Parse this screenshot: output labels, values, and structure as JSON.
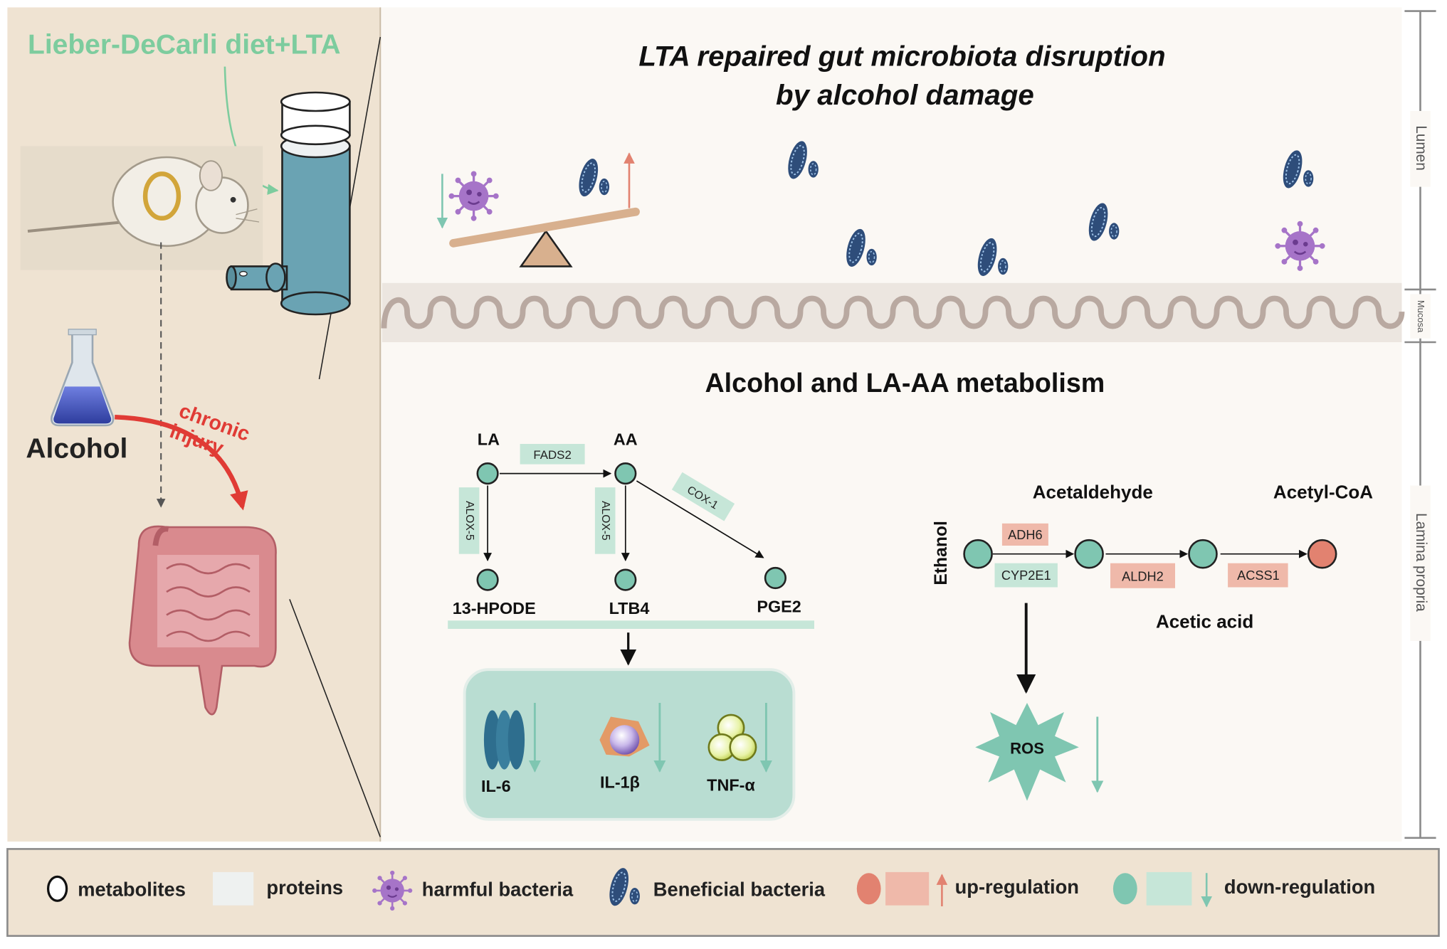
{
  "colors": {
    "left_panel_bg": "#efe3d2",
    "main_bg": "#fbf8f4",
    "legend_bg": "#efe3d2",
    "down_regulation": "#7fc6b1",
    "up_regulation": "#e28270",
    "protein_down_box": "#c6e6d8",
    "protein_up_box": "#efb9aa",
    "inflammation_box": "#b9ddd2",
    "green_text": "#7dcc9e",
    "red_arrow": "#e03b35",
    "harmful_bacteria": "#a674c8",
    "beneficial_bacteria": "#2e4d7a"
  },
  "left": {
    "diet_label": "Lieber-DeCarli diet+LTA",
    "alcohol_label": "Alcohol",
    "injury_label_1": "chronic",
    "injury_label_2": "injury"
  },
  "main": {
    "title_line1": "LTA repaired gut microbiota disruption",
    "title_line2": "by alcohol damage",
    "section_title": "Alcohol and LA-AA metabolism"
  },
  "side_labels": {
    "lumen": "Lumen",
    "mucosa": "Mucosa",
    "lamina_propria": "Lamina propria"
  },
  "pathway_la": {
    "la": "LA",
    "aa": "AA",
    "fads2": "FADS2",
    "alox5_a": "ALOX-5",
    "alox5_b": "ALOX-5",
    "cox1": "COX-1",
    "hpode": "13-HPODE",
    "ltb4": "LTB4",
    "pge2": "PGE2"
  },
  "cytokines": {
    "il6": "IL-6",
    "il1b": "IL-1β",
    "tnfa": "TNF-α"
  },
  "pathway_ethanol": {
    "ethanol": "Ethanol",
    "acetaldehyde": "Acetaldehyde",
    "acetyl_coa": "Acetyl-CoA",
    "acetic_acid": "Acetic acid",
    "adh6": "ADH6",
    "cyp2e1": "CYP2E1",
    "aldh2": "ALDH2",
    "acss1": "ACSS1",
    "ros": "ROS"
  },
  "legend": {
    "metabolites": "metabolites",
    "proteins": "proteins",
    "harmful": "harmful bacteria",
    "beneficial": "Beneficial bacteria",
    "up": "up-regulation",
    "down": "down-regulation"
  }
}
